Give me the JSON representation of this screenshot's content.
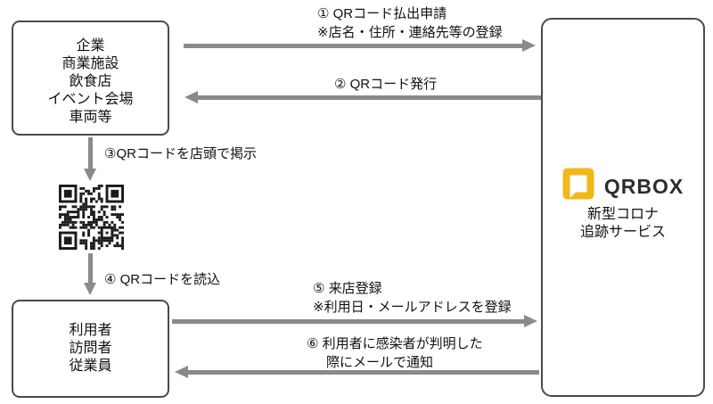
{
  "colors": {
    "logo_yellow": "#F3B71B",
    "arrow_gray": "#8A8A8A",
    "box_border": "#4A4A4A",
    "text": "#111111"
  },
  "boxes": {
    "providers": {
      "lines": [
        "企業",
        "商業施設",
        "飲食店",
        "イベント会場",
        "車両等"
      ]
    },
    "users": {
      "lines": [
        "利用者",
        "訪問者",
        "従業員"
      ]
    },
    "service": {
      "brand": "QRBOX",
      "lines": [
        "新型コロナ",
        "追跡サービス"
      ]
    }
  },
  "labels": {
    "step1_line1": "① QRコード払出申請",
    "step1_line2": "※店名・住所・連絡先等の登録",
    "step2": "② QRコード発行",
    "step3": "③QRコードを店頭で掲示",
    "step4": "④ QRコードを読込",
    "step5_line1": "⑤ 来店登録",
    "step5_line2": "※利用日・メールアドレスを登録",
    "step6_line1": "⑥ 利用者に感染者が判明した",
    "step6_line2": "際にメールで通知"
  },
  "icons": {
    "qrbox_logo_mark": "yellow-speech-bubble-square",
    "qr_code": "qr-code-pattern"
  }
}
